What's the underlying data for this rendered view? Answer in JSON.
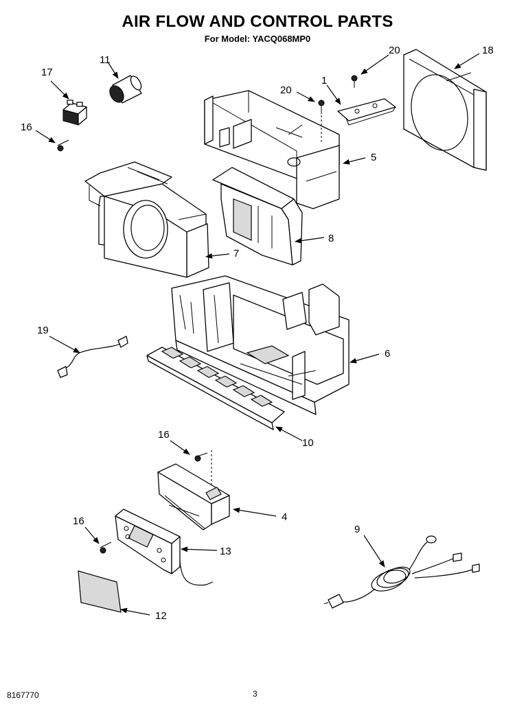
{
  "header": {
    "title": "AIR FLOW AND CONTROL PARTS",
    "subtitle": "For Model: YACQ068MP0"
  },
  "footer": {
    "doc_number": "8167770",
    "page_number": "3"
  },
  "callouts": {
    "c1": "1",
    "c4": "4",
    "c5": "5",
    "c6": "6",
    "c7": "7",
    "c8": "8",
    "c9": "9",
    "c10": "10",
    "c11": "11",
    "c12": "12",
    "c13": "13",
    "c16a": "16",
    "c16b": "16",
    "c16c": "16",
    "c17": "17",
    "c18": "18",
    "c19": "19",
    "c20a": "20",
    "c20b": "20"
  }
}
